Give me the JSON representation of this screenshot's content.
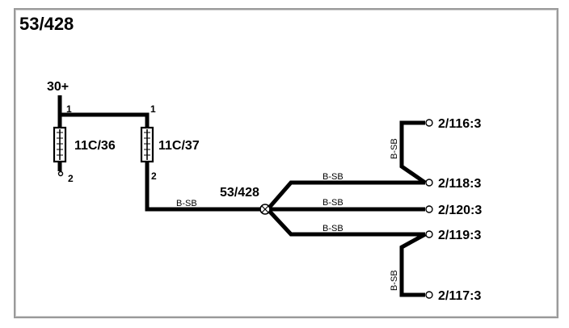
{
  "title": "53/428",
  "power": {
    "label": "30+"
  },
  "fuse_a": {
    "label": "11C/36",
    "pin_top": "1",
    "pin_bottom": "2"
  },
  "fuse_b": {
    "label": "11C/37",
    "pin_top": "1",
    "pin_bottom": "2"
  },
  "splice": {
    "label": "53/428"
  },
  "wire_color": "B-SB",
  "terminals": {
    "t1": "2/116:3",
    "t2": "2/118:3",
    "t3": "2/120:3",
    "t4": "2/119:3",
    "t5": "2/117:3"
  }
}
